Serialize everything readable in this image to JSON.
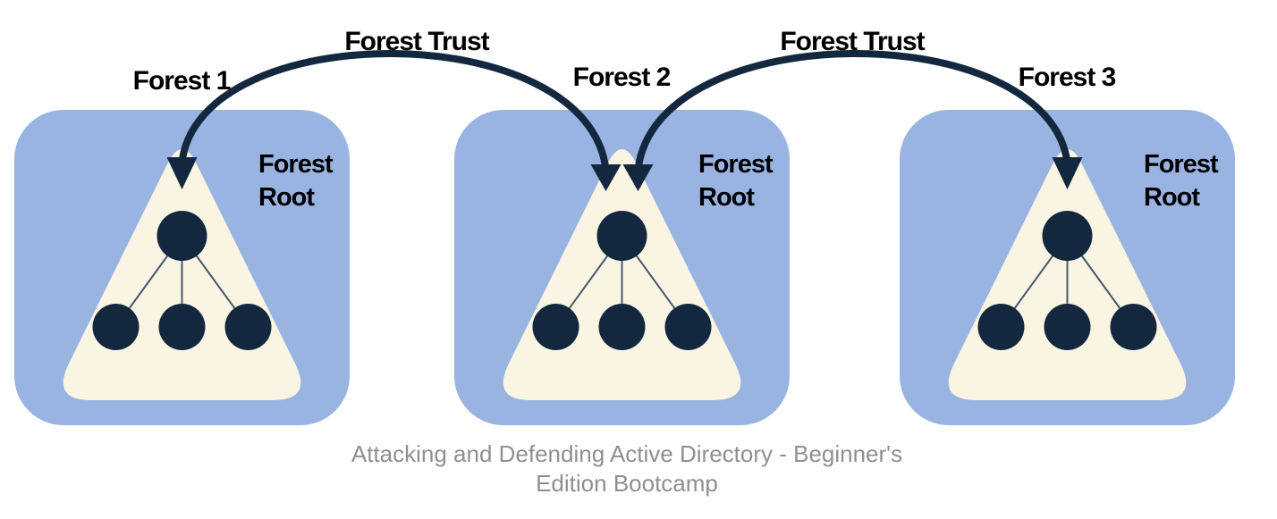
{
  "forests": [
    {
      "label": "Forest 1",
      "root_label": "Forest Root"
    },
    {
      "label": "Forest 2",
      "root_label": "Forest Root"
    },
    {
      "label": "Forest 3",
      "root_label": "Forest Root"
    }
  ],
  "trusts": [
    {
      "label": "Forest Trust",
      "from": "Forest 1",
      "to": "Forest 2"
    },
    {
      "label": "Forest Trust",
      "from": "Forest 2",
      "to": "Forest 3"
    }
  ],
  "caption": {
    "line1": "Attacking and Defending Active Directory - Beginner's",
    "line2": "Edition Bootcamp"
  },
  "colors": {
    "forest_box": "#9ab4e2",
    "triangle": "#f9f5e2",
    "node": "#13283f",
    "trust_arrow": "#13283f",
    "tree_edge": "#46586d",
    "label_text": "#000000",
    "caption_text": "#8f8f8f"
  }
}
